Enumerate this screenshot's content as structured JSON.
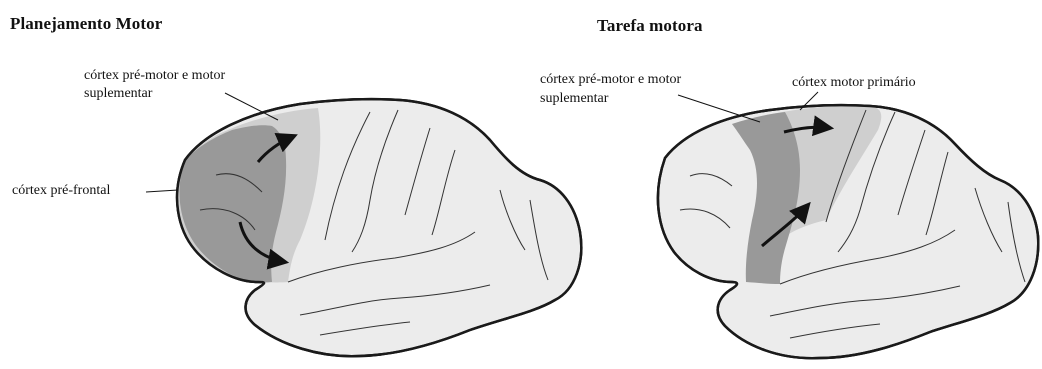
{
  "panels": [
    {
      "title": "Planejamento Motor",
      "labels": {
        "premotor_line1": "córtex pré-motor e motor",
        "premotor_line2": "suplementar",
        "prefrontal": "córtex pré-frontal"
      }
    },
    {
      "title": "Tarefa motora",
      "labels": {
        "premotor_line1": "córtex pré-motor e motor",
        "premotor_line2": "suplementar",
        "primary_motor": "córtex motor primário"
      }
    }
  ],
  "colors": {
    "brain_fill": "#ececec",
    "region_light": "#cfcfcf",
    "region_dark": "#999999",
    "outline": "#1a1a1a",
    "arrow": "#111111"
  }
}
